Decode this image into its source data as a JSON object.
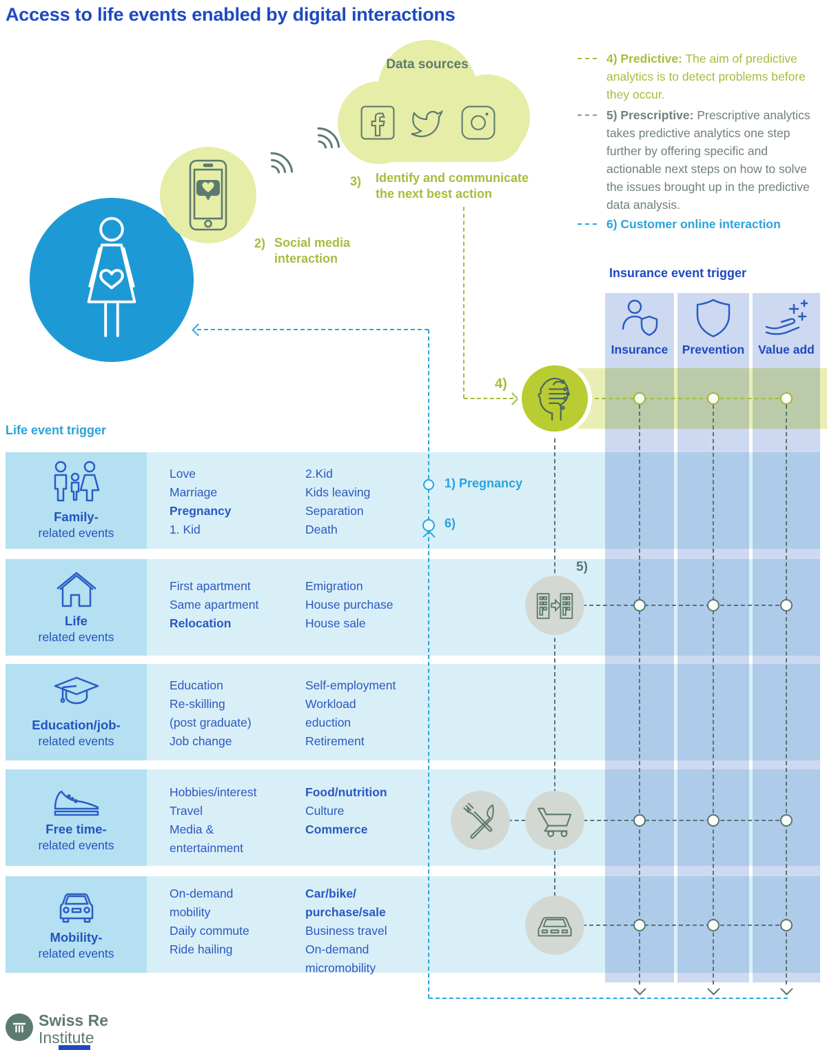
{
  "title": "Access to life events enabled by digital interactions",
  "cloud": {
    "label": "Data sources"
  },
  "steps": {
    "s1_label": "1) Pregnancy",
    "s2_num": "2)",
    "s2_text": "Social media interaction",
    "s3_num": "3)",
    "s3_text": "Identify and communicate the next best action",
    "s4_num": "4)",
    "s5_num": "5)",
    "s6_num": "6)"
  },
  "annotations": {
    "predictive_title": "4) Predictive:",
    "predictive_text": " The aim of predictive analytics is to detect problems before they occur.",
    "prescriptive_title": "5) Prescriptive:",
    "prescriptive_text": " Prescriptive analytics takes predictive analytics one step further by offering specific and actionable next steps on how to solve the issues brought up in the predictive data analysis.",
    "customer_online": "6) Customer online interaction"
  },
  "insurance_trigger": {
    "header": "Insurance event trigger",
    "columns": [
      {
        "label": "Insurance",
        "icon": "person-shield-icon"
      },
      {
        "label": "Prevention",
        "icon": "shield-icon"
      },
      {
        "label": "Value add",
        "icon": "hand-plus-icon"
      }
    ]
  },
  "life_trigger": {
    "header": "Life event trigger",
    "rows": [
      {
        "label": "Family-",
        "sublabel": "related events",
        "icon": "family-icon",
        "col1": [
          "Love",
          "Marriage",
          "Pregnancy",
          "1. Kid"
        ],
        "col2": [
          "2.Kid",
          "Kids leaving",
          "Separation",
          "Death"
        ]
      },
      {
        "label": "Life",
        "sublabel": "related events",
        "icon": "house-icon",
        "col1": [
          "First apartment",
          "Same apartment",
          "Relocation"
        ],
        "col2": [
          "Emigration",
          "House purchase",
          "House sale"
        ]
      },
      {
        "label": "Education/job-",
        "sublabel": "related events",
        "icon": "graduation-cap-icon",
        "col1": [
          "Education",
          "Re-skilling",
          "(post graduate)",
          "Job change"
        ],
        "col2": [
          "Self-employment",
          "Workload",
          "eduction",
          "Retirement"
        ]
      },
      {
        "label": "Free time-",
        "sublabel": "related events",
        "icon": "sneaker-icon",
        "col1": [
          "Hobbies/interest",
          "Travel",
          "Media &",
          "entertainment"
        ],
        "col2": [
          "Food/nutrition",
          "Culture",
          "Commerce"
        ]
      },
      {
        "label": "Mobility-",
        "sublabel": "related events",
        "icon": "car-icon",
        "col1": [
          "On-demand",
          "mobility",
          "Daily commute",
          "Ride hailing"
        ],
        "col2": [
          "Car/bike/",
          "purchase/sale",
          "Business travel",
          "On-demand",
          "micromobility"
        ]
      }
    ]
  },
  "footer": {
    "brand": "Swiss Re",
    "division": "Institute"
  },
  "colors": {
    "brand_blue": "#1e49c0",
    "cyan": "#29a3dc",
    "green": "#a4be3c",
    "lime_circle": "#b9cc31",
    "yellow_band": "#e9efb4",
    "cloud_green": "#e6eda6",
    "slate": "#5d7a6f",
    "column_blue": "#cdd9f0",
    "row_cyan": "#d9eff8",
    "row_cell_cyan": "#b4e0f2",
    "woman_blue": "#1d9ad6"
  }
}
